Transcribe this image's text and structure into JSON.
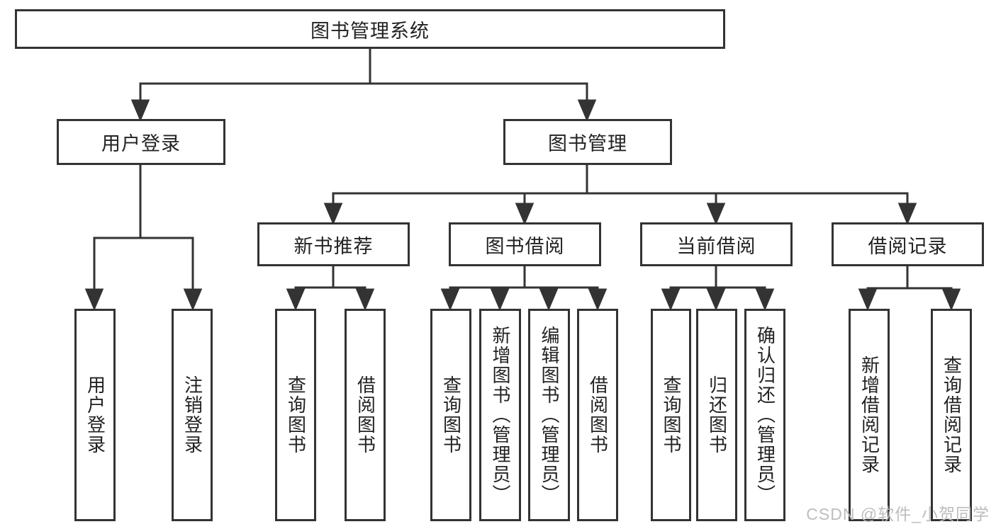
{
  "diagram": {
    "title": "图书管理系统",
    "level2": {
      "user_login": "用户登录",
      "book_mgmt": "图书管理"
    },
    "level3": {
      "new_recommend": "新书推荐",
      "book_borrow": "图书借阅",
      "current_borrow": "当前借阅",
      "borrow_records": "借阅记录"
    },
    "leaves": {
      "user_login": [
        "用户登录",
        "注销登录"
      ],
      "new_recommend": [
        "查询图书",
        "借阅图书"
      ],
      "book_borrow": [
        "查询图书",
        "新增图书（管理员）",
        "编辑图书（管理员）",
        "借阅图书"
      ],
      "current_borrow": [
        "查询图书",
        "归还图书",
        "确认归还（管理员）"
      ],
      "borrow_records": [
        "新增借阅记录",
        "查询借阅记录"
      ]
    }
  },
  "watermark": "CSDN @软件_小贺同学",
  "colors": {
    "line": "#333333",
    "text": "#222222",
    "watermark": "#bbb9b9"
  }
}
